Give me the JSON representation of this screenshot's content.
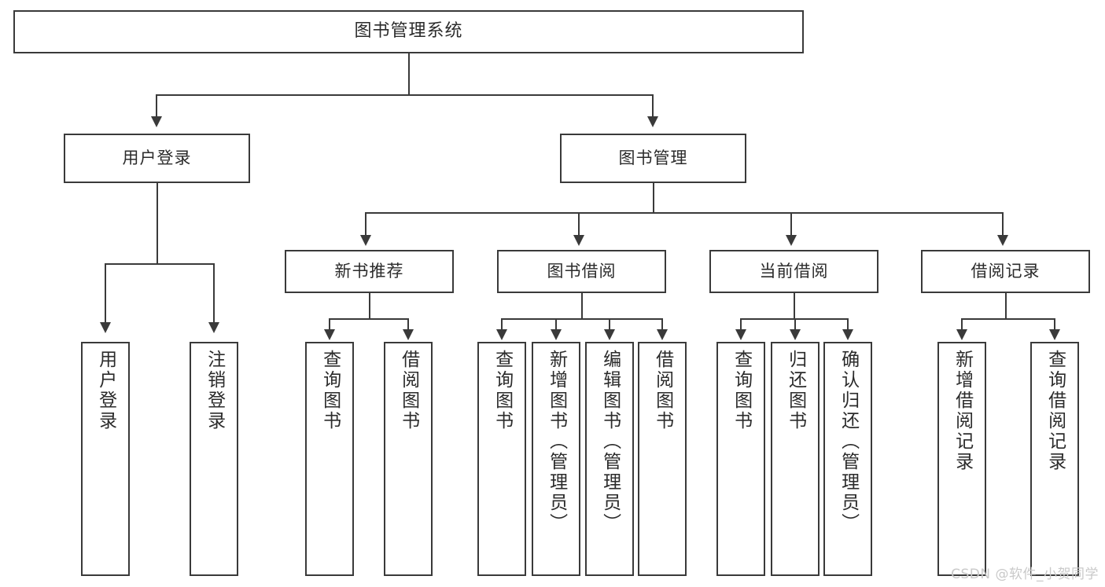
{
  "diagram": {
    "title": "图书管理系统",
    "type": "tree-hierarchy-diagram",
    "background_color": "#ffffff",
    "line_color": "#3a3a3a",
    "text_color": "#2b2b2b",
    "root": {
      "label": "图书管理系统"
    },
    "level2": [
      {
        "label": "用户登录"
      },
      {
        "label": "图书管理"
      }
    ],
    "level3": [
      {
        "label": "新书推荐"
      },
      {
        "label": "图书借阅"
      },
      {
        "label": "当前借阅"
      },
      {
        "label": "借阅记录"
      }
    ],
    "leaves": {
      "user_login": [
        {
          "label": "用户登录"
        },
        {
          "label": "注销登录"
        }
      ],
      "new_book_recommend": [
        {
          "label": "查询图书"
        },
        {
          "label": "借阅图书"
        }
      ],
      "book_borrow": [
        {
          "label": "查询图书"
        },
        {
          "label": "新增图书（管理员）"
        },
        {
          "label": "编辑图书（管理员）"
        },
        {
          "label": "借阅图书"
        }
      ],
      "current_borrow": [
        {
          "label": "查询图书"
        },
        {
          "label": "归还图书"
        },
        {
          "label": "确认归还（管理员）"
        }
      ],
      "borrow_record": [
        {
          "label": "新增借阅记录"
        },
        {
          "label": "查询借阅记录"
        }
      ]
    }
  },
  "watermark": {
    "text": "CSDN @软件_小贺同学"
  }
}
